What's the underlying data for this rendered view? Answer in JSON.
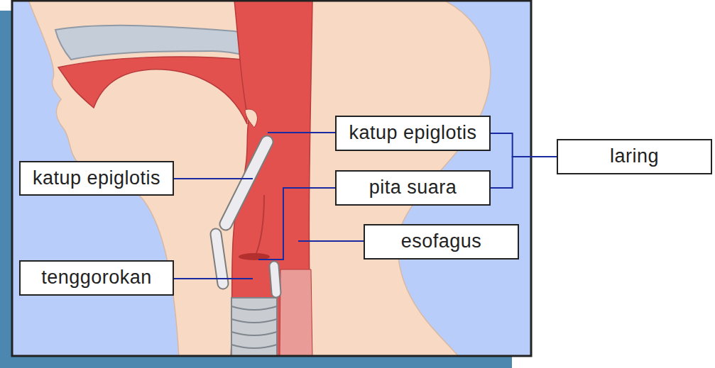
{
  "diagram": {
    "nodes": [
      {
        "text": [
          "katup epiglotis"
        ]
      },
      {
        "text": [
          "tenggorokan"
        ]
      },
      {
        "text": [
          "katup epiglotis"
        ]
      },
      {
        "text": [
          "pita suara"
        ]
      },
      {
        "text": [
          "esofagus"
        ]
      },
      {
        "text": [
          "laring"
        ]
      }
    ],
    "edges": [
      {
        "from": 2,
        "to": 5,
        "arrow": "none"
      },
      {
        "from": 3,
        "to": 5,
        "arrow": "none"
      }
    ]
  }
}
